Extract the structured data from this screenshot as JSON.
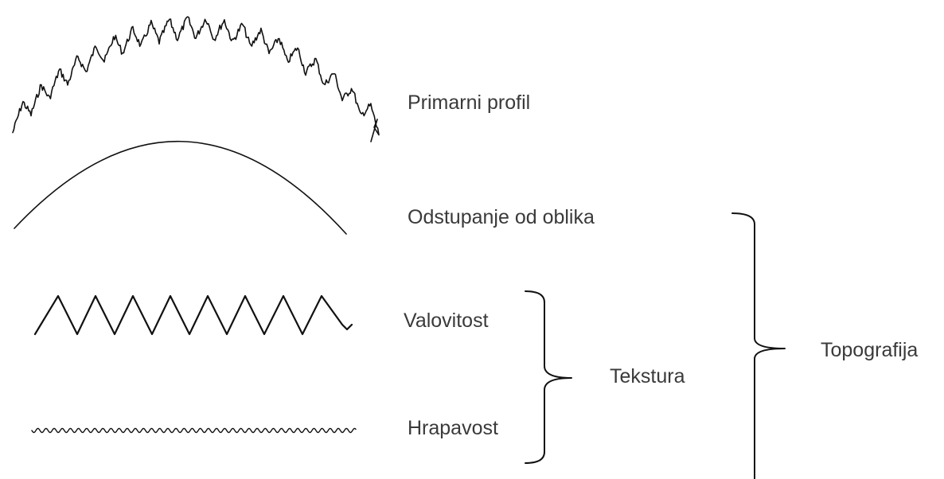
{
  "labels": {
    "primary_profile": "Primarni profil",
    "form_deviation": "Odstupanje od oblika",
    "waviness": "Valovitost",
    "roughness": "Hrapavost",
    "texture": "Tekstura",
    "topography": "Topografija"
  },
  "colors": {
    "text": "#3a3a3a",
    "line": "#111111"
  }
}
